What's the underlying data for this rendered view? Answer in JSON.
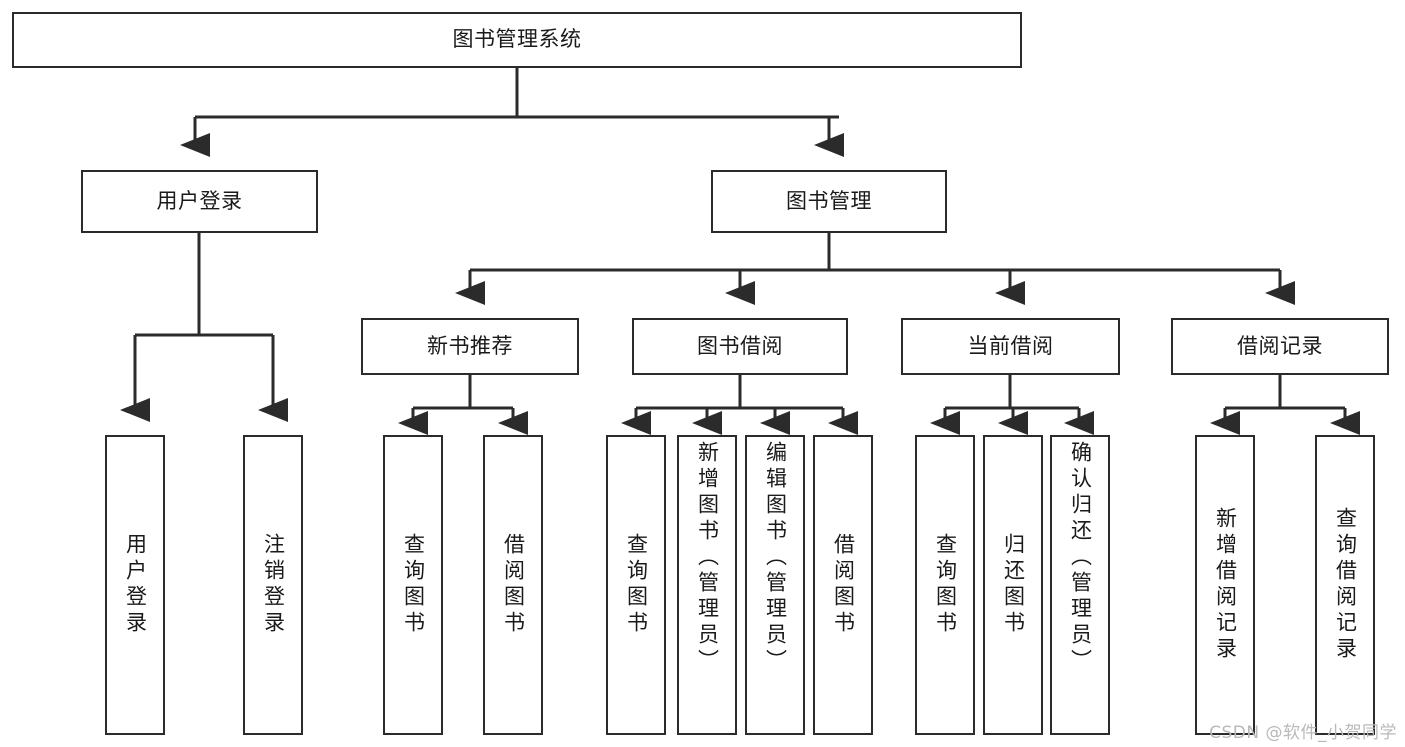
{
  "diagram": {
    "type": "tree",
    "title": "图书管理系统",
    "orientation": "top-down",
    "colors": {
      "stroke": "#2b2b2b",
      "fill": "#ffffff",
      "text": "#1a1a1a",
      "watermark": "#b9b9b9"
    },
    "root": {
      "id": "root",
      "label": "图书管理系统",
      "text_orientation": "horizontal"
    },
    "level2": [
      {
        "id": "user-login",
        "label": "用户登录",
        "text_orientation": "horizontal"
      },
      {
        "id": "book-manage",
        "label": "图书管理",
        "text_orientation": "horizontal"
      }
    ],
    "level3": [
      {
        "id": "new-book-recommend",
        "label": "新书推荐",
        "parent": "book-manage",
        "text_orientation": "horizontal"
      },
      {
        "id": "book-borrow",
        "label": "图书借阅",
        "parent": "book-manage",
        "text_orientation": "horizontal"
      },
      {
        "id": "current-borrow",
        "label": "当前借阅",
        "parent": "book-manage",
        "text_orientation": "horizontal"
      },
      {
        "id": "borrow-record",
        "label": "借阅记录",
        "parent": "book-manage",
        "text_orientation": "horizontal"
      }
    ],
    "leaves": [
      {
        "id": "leaf-user-login",
        "label": "用户登录",
        "parent": "user-login",
        "text_orientation": "vertical"
      },
      {
        "id": "leaf-logout-login",
        "label": "注销登录",
        "parent": "user-login",
        "text_orientation": "vertical"
      },
      {
        "id": "leaf-query-book-1",
        "label": "查询图书",
        "parent": "new-book-recommend",
        "text_orientation": "vertical"
      },
      {
        "id": "leaf-borrow-book-1",
        "label": "借阅图书",
        "parent": "new-book-recommend",
        "text_orientation": "vertical"
      },
      {
        "id": "leaf-query-book-2",
        "label": "查询图书",
        "parent": "book-borrow",
        "text_orientation": "vertical"
      },
      {
        "id": "leaf-add-book",
        "label": "新增图书（管理员）",
        "parent": "book-borrow",
        "text_orientation": "vertical"
      },
      {
        "id": "leaf-edit-book",
        "label": "编辑图书（管理员）",
        "parent": "book-borrow",
        "text_orientation": "vertical"
      },
      {
        "id": "leaf-borrow-book-2",
        "label": "借阅图书",
        "parent": "book-borrow",
        "text_orientation": "vertical"
      },
      {
        "id": "leaf-query-book-3",
        "label": "查询图书",
        "parent": "current-borrow",
        "text_orientation": "vertical"
      },
      {
        "id": "leaf-return-book",
        "label": "归还图书",
        "parent": "current-borrow",
        "text_orientation": "vertical"
      },
      {
        "id": "leaf-confirm-return",
        "label": "确认归还（管理员）",
        "parent": "current-borrow",
        "text_orientation": "vertical"
      },
      {
        "id": "leaf-add-record",
        "label": "新增借阅记录",
        "parent": "borrow-record",
        "text_orientation": "vertical"
      },
      {
        "id": "leaf-query-record",
        "label": "查询借阅记录",
        "parent": "borrow-record",
        "text_orientation": "vertical"
      }
    ]
  },
  "watermark": {
    "text": "CSDN @软件_小贺同学"
  }
}
